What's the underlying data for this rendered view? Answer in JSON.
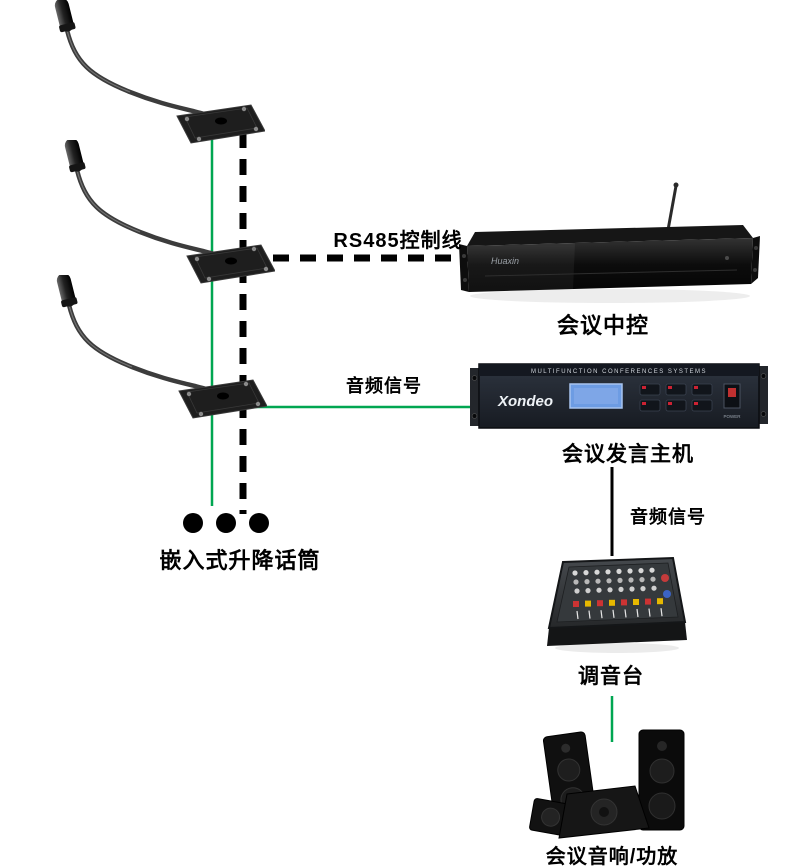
{
  "diagram": {
    "nodes": {
      "microphones": {
        "label": "嵌入式升降话筒"
      },
      "central_control": {
        "label": "会议中控",
        "brand": "Huaxin"
      },
      "conference_host": {
        "label": "会议发言主机",
        "brand": "Xondeo",
        "panel_header": "MULTIFUNCTION CONFERENCES SYSTEMS",
        "power_label": "POWER"
      },
      "mixer": {
        "label": "调音台"
      },
      "speakers": {
        "label": "会议音响/功放"
      }
    },
    "edges": {
      "mics_to_central": {
        "label": "RS485控制线",
        "style": "dashed-black"
      },
      "mics_to_host": {
        "label": "音频信号",
        "style": "solid-green"
      },
      "host_to_mixer": {
        "label": "音频信号",
        "style": "solid-black"
      },
      "mixer_to_speakers": {
        "style": "solid-green"
      }
    },
    "colors": {
      "green": "#00a651",
      "black": "#000000",
      "lcd_blue": "#6d9ce3"
    }
  }
}
